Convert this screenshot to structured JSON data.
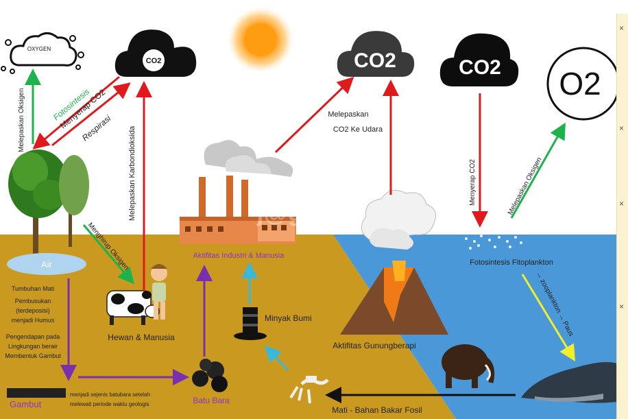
{
  "labels": {
    "oxygen_cloud": "OXYGEN",
    "co2_cloud_small": "CO2",
    "co2_cloud_mid": "CO2",
    "co2_cloud_dark": "CO2",
    "o2_symbol": "O2",
    "melepaskan_oksigen_left": "Melepaskan Oksigen",
    "fotosintesis": "Fotosintesis",
    "menyerap_co2_left": "Menyerap CO2",
    "respirasi": "Respirasi",
    "melepaskan_karbondioksida": "Melepaskan Karbondioksida",
    "menghirup_oksigen": "Menghirup Oksigen",
    "air": "Air",
    "tumbuhan_mati": "Tumbuhan Mati",
    "pembusukan": "Pembusukan",
    "terdeposisi": "(terdeposisi)",
    "menjadi_humus": "menjadi Humus",
    "pengendapan_1": "Pengendapan pada",
    "pengendapan_2": "Lingkungan berair",
    "pengendapan_3": "Membentuk Gambut",
    "gambut": "Gambut",
    "batubara_note_1": "menjadi sejenis batubara setelah",
    "batubara_note_2": "melewati periode waktu geologis",
    "hewan_manusia": "Hewan & Manusia",
    "batu_bara": "Batu Bara",
    "aktifitas_industri": "Aktifitas Industri & Manusia",
    "minyak_bumi": "Minyak Bumi",
    "melepaskan_co2_1": "Melepaskan",
    "melepaskan_co2_2": "CO2 Ke Udara",
    "aktifitas_gunung": "Aktifitas Gunungberapi",
    "mati_bahan_bakar": "Mati - Bahan Bakar Fosil",
    "menyerap_co2_right": "Menyerap CO2",
    "melepaskan_oksigen_right": "Melepaskan Oksigen",
    "fotosintesis_fito": "Fotosintesis Fitoplankton",
    "zooplankton": "→ zooplankton → Paus",
    "watermark": "j@gad.id"
  },
  "colors": {
    "soil": "#c99a1f",
    "ocean": "#4a98d8",
    "arrow_red": "#e0191c",
    "arrow_green": "#1db34a",
    "arrow_purple": "#7a2fb0",
    "arrow_cyan": "#3bb8d8",
    "arrow_black": "#111111",
    "arrow_yellow": "#f2ee2a",
    "label_purple": "#8b33c4"
  },
  "side_panel": {
    "marks": [
      "×",
      "×",
      "×",
      "×"
    ]
  }
}
